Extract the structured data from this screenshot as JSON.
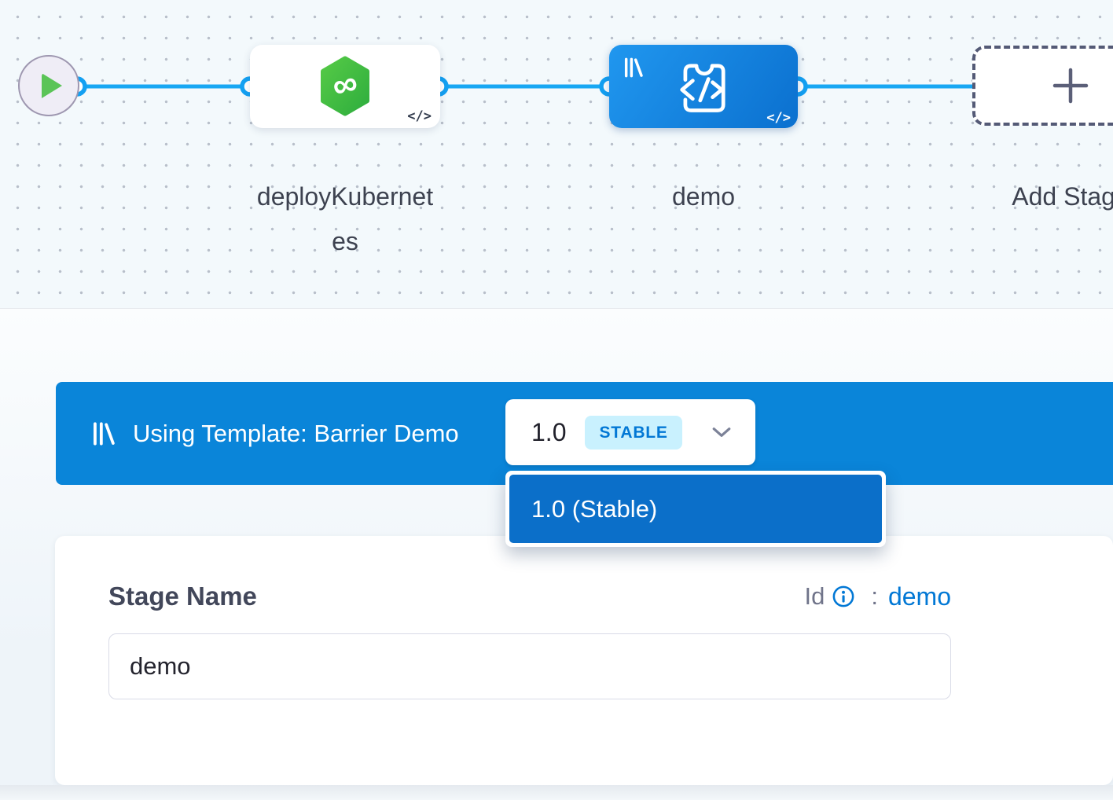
{
  "canvas": {
    "stages": [
      {
        "name": "deployKubernetes",
        "label_line1": "deployKubernet",
        "label_line2": "es",
        "type": "deploy"
      },
      {
        "name": "demo",
        "type": "custom",
        "templated": true
      },
      {
        "name": "Add Stage",
        "type": "add"
      }
    ]
  },
  "icons": {
    "code_glyph": "</>",
    "infinity_glyph": "∞"
  },
  "template_banner": {
    "title": "Using Template: Barrier Demo",
    "version": "1.0",
    "badge": "STABLE"
  },
  "version_dropdown": {
    "selected_item": "1.0 (Stable)"
  },
  "stage_form": {
    "name_label": "Stage Name",
    "id_label": "Id",
    "id_colon": ":",
    "id_value": "demo",
    "name_value": "demo"
  },
  "colors": {
    "accent_blue": "#0278d5",
    "banner_blue": "#0a85d9",
    "dropdown_item_blue": "#0b6fc9",
    "edge_blue": "#17a7f3",
    "stage_green": "#42bb41",
    "badge_bg": "#c9f1fe"
  }
}
